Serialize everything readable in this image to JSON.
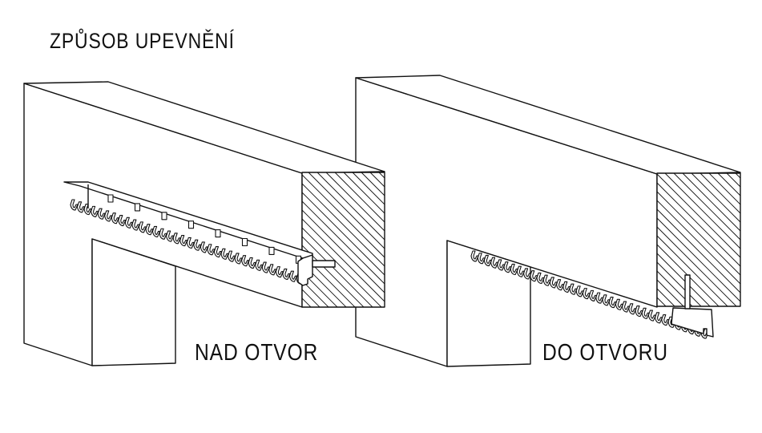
{
  "title": "ZPŮSOB UPEVNĚNÍ",
  "figures": [
    {
      "label": "NAD OTVOR"
    },
    {
      "label": "DO OTVORU"
    }
  ],
  "colors": {
    "line": "#111111",
    "background": "#ffffff"
  }
}
